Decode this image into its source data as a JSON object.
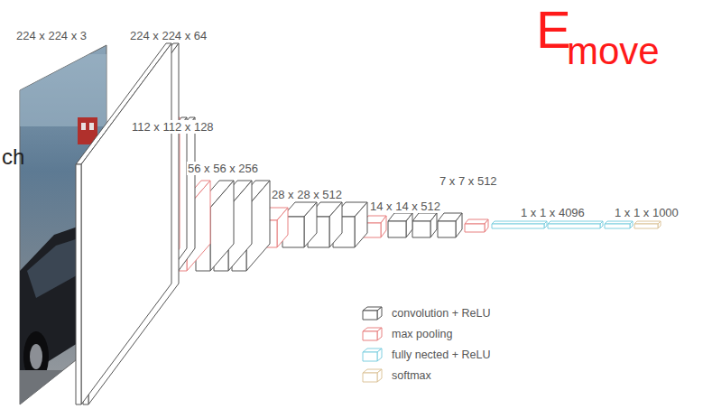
{
  "diagram": {
    "labels": [
      "224 x 224 x 3",
      "224 x 224 x 64",
      "112 x 112 x 128",
      "56 x 56 x 256",
      "28 x 28 x 512",
      "14 x 14 x 512",
      "7 x 7 x 512",
      "1 x 1 x 4096",
      "1 x 1 x 1000",
      "E",
      "move",
      "ch"
    ],
    "legend": [
      {
        "text": "convolution + ReLU"
      },
      {
        "text": "max pooling"
      },
      {
        "text": "fully nected + ReLU"
      },
      {
        "text": "softmax"
      }
    ]
  }
}
